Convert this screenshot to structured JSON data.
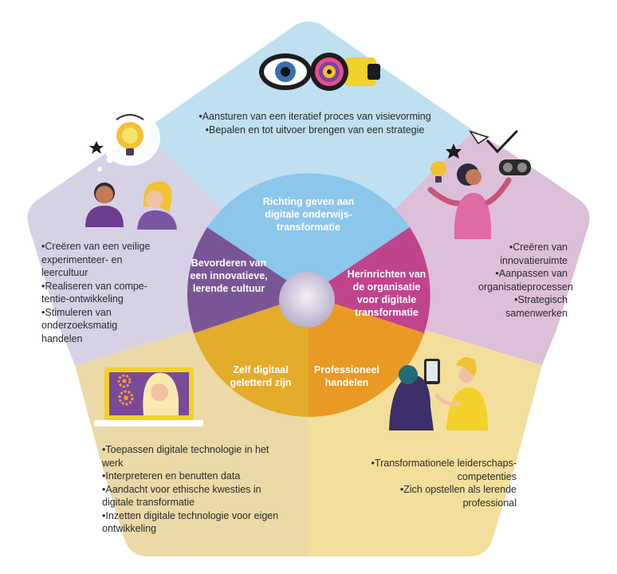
{
  "colors": {
    "top": "#bfe0f0",
    "right": "#dcc0da",
    "bottom_right": "#f3df9c",
    "bottom_left": "#ecd9a8",
    "left": "#d7d1e6",
    "wheel_blue": "#8cc6ea",
    "wheel_magenta": "#c0448c",
    "wheel_orange": "#e99a25",
    "wheel_gold": "#e3ac2a",
    "wheel_purple": "#7a5596",
    "text": "#2a2a2a"
  },
  "wheel": {
    "segments": [
      {
        "name": "richting",
        "label": "Richting geven aan digitale onderwijs- transformatie"
      },
      {
        "name": "herinrichten",
        "label": "Herinrichten van de organisatie voor digitale transformatie"
      },
      {
        "name": "professioneel",
        "label": "Professioneel handelen"
      },
      {
        "name": "geletterd",
        "label": "Zelf digitaal geletterd zijn"
      },
      {
        "name": "cultuur",
        "label": "Bevorderen van een innovatieve, lerende cultuur"
      }
    ]
  },
  "sections": {
    "top": {
      "bullets": [
        "Aansturen van een iteratief proces van visievorming",
        "Bepalen en tot uitvoer brengen van een strategie"
      ]
    },
    "right": {
      "bullets": [
        "Creëren van innovatieruimte",
        "Aanpassen van organisatieprocessen",
        "Strategisch samenwerken"
      ]
    },
    "bottom_right": {
      "bullets": [
        "Transformationele leiderschaps- competenties",
        "Zich opstellen als lerende professional"
      ]
    },
    "bottom_left": {
      "bullets": [
        "Toepassen digitale technologie in het werk",
        "Interpreteren en benutten data",
        "Aandacht voor ethische kwesties in digitale transformatie",
        "Inzetten digitale technologie voor eigen ontwikkeling"
      ]
    },
    "left": {
      "bullets": [
        "Creëren van een veilige experimenteer- en leercultuur",
        "Realiseren van compe- tentie-ontwikkeling",
        "Stimuleren van onderzoeksmatig handelen"
      ]
    }
  },
  "icons": {
    "top": "eye-binoculars-icon",
    "right": "person-juggling-icon",
    "bottom_right": "people-tablet-icon",
    "bottom_left": "laptop-gears-icon",
    "left": "people-thinking-icon"
  }
}
